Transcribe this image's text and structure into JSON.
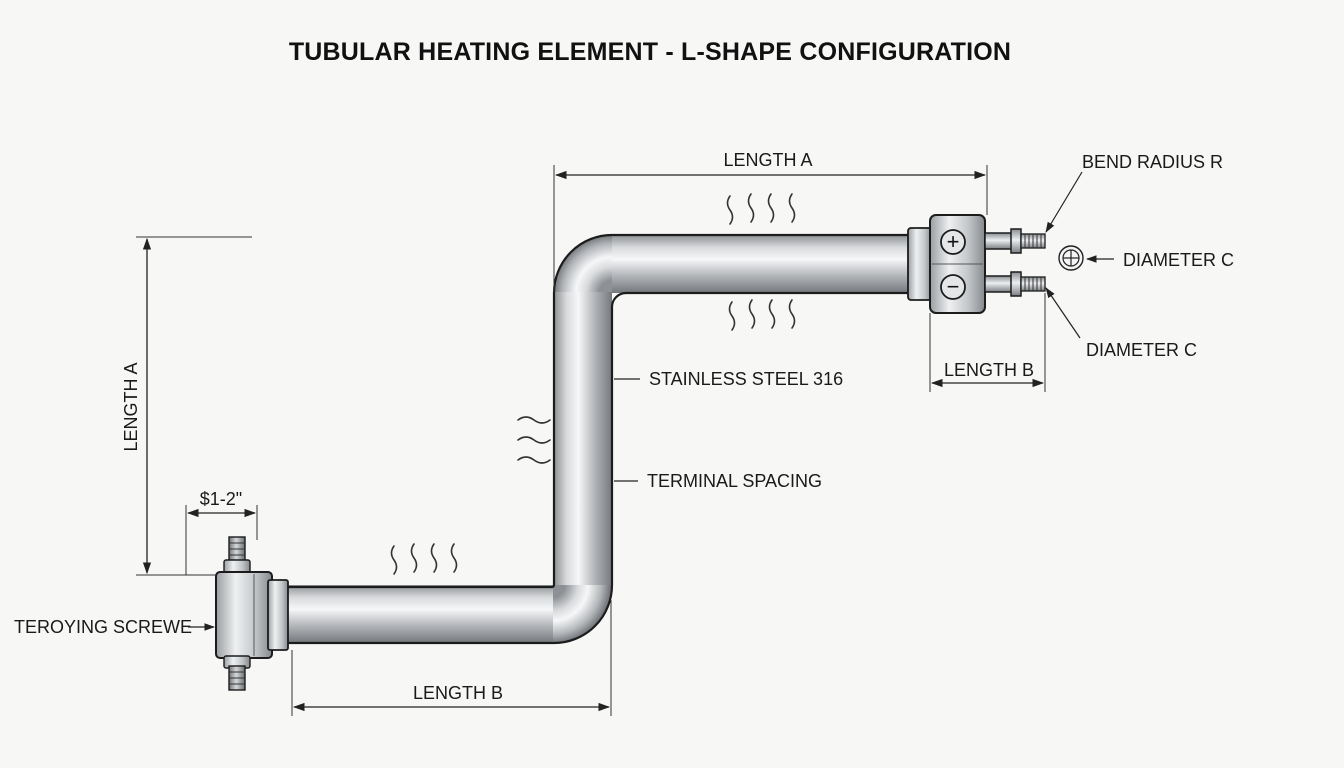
{
  "title": "TUBULAR HEATING ELEMENT - L-SHAPE CONFIGURATION",
  "labels": {
    "length_a_top": "LENGTH A",
    "length_a_side": "LENGTH A",
    "length_b_bottom": "LENGTH B",
    "length_b_right": "LENGTH B",
    "bend_radius": "BEND RADIUS R",
    "diameter_c_upper": "DIAMETER C",
    "diameter_c_lower": "DIAMETER C",
    "material": "STAINLESS STEEL 316",
    "terminal_spacing": "TERMINAL SPACING",
    "thread_dim": "$1-2\"",
    "screw": "TEROYING SCREWE"
  },
  "terminals": {
    "positive_symbol": "+",
    "negative_symbol": "−"
  },
  "colors": {
    "tube_light": "#f2f3f4",
    "tube_mid": "#b9bcbf",
    "tube_dark": "#7b7f83",
    "outline": "#1c1c1c",
    "background": "#f7f7f6"
  }
}
